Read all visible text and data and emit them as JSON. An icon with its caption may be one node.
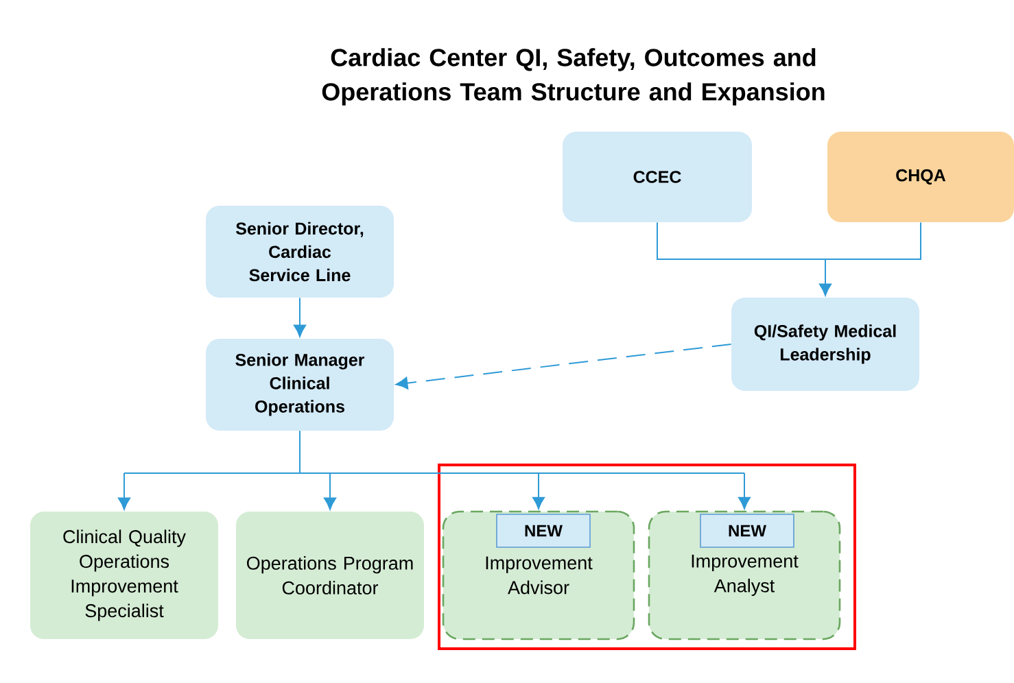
{
  "diagram": {
    "title": "Cardiac Center QI, Safety, Outcomes and Operations Team Structure and Expansion",
    "nodes": [
      {
        "text": [
          "CCEC"
        ]
      },
      {
        "text": [
          "CHQA"
        ]
      },
      {
        "text": [
          "Senior Director, Cardiac Service Line"
        ]
      },
      {
        "text": [
          "QI/Safety Medical Leadership"
        ]
      },
      {
        "text": [
          "Senior Manager Clinical Operations"
        ]
      },
      {
        "text": [
          "Clinical Quality Operations Improvement Specialist"
        ]
      },
      {
        "text": [
          "Operations Program Coordinator"
        ]
      },
      {
        "text": [],
        "shape": "box"
      },
      {
        "text": [
          "Improvement Advisor"
        ],
        "in": 7
      },
      {
        "text": [
          "NEW"
        ],
        "in": 8
      },
      {
        "text": [
          "Improvement Analyst"
        ],
        "in": 7
      },
      {
        "text": [
          "NEW"
        ],
        "in": 10
      }
    ],
    "edges": [
      {
        "from": 0,
        "to": 3,
        "arrow": "to"
      },
      {
        "from": 1,
        "to": 3,
        "arrow": "to"
      },
      {
        "from": 2,
        "to": 4,
        "arrow": "to"
      },
      {
        "from": 3,
        "to": 4,
        "arrow": "to",
        "style": "dashed"
      },
      {
        "from": 4,
        "to": 5,
        "arrow": "to"
      },
      {
        "from": 4,
        "to": 6,
        "arrow": "to"
      },
      {
        "from": 4,
        "to": 8,
        "arrow": "to"
      },
      {
        "from": 4,
        "to": 10,
        "arrow": "to"
      }
    ]
  }
}
